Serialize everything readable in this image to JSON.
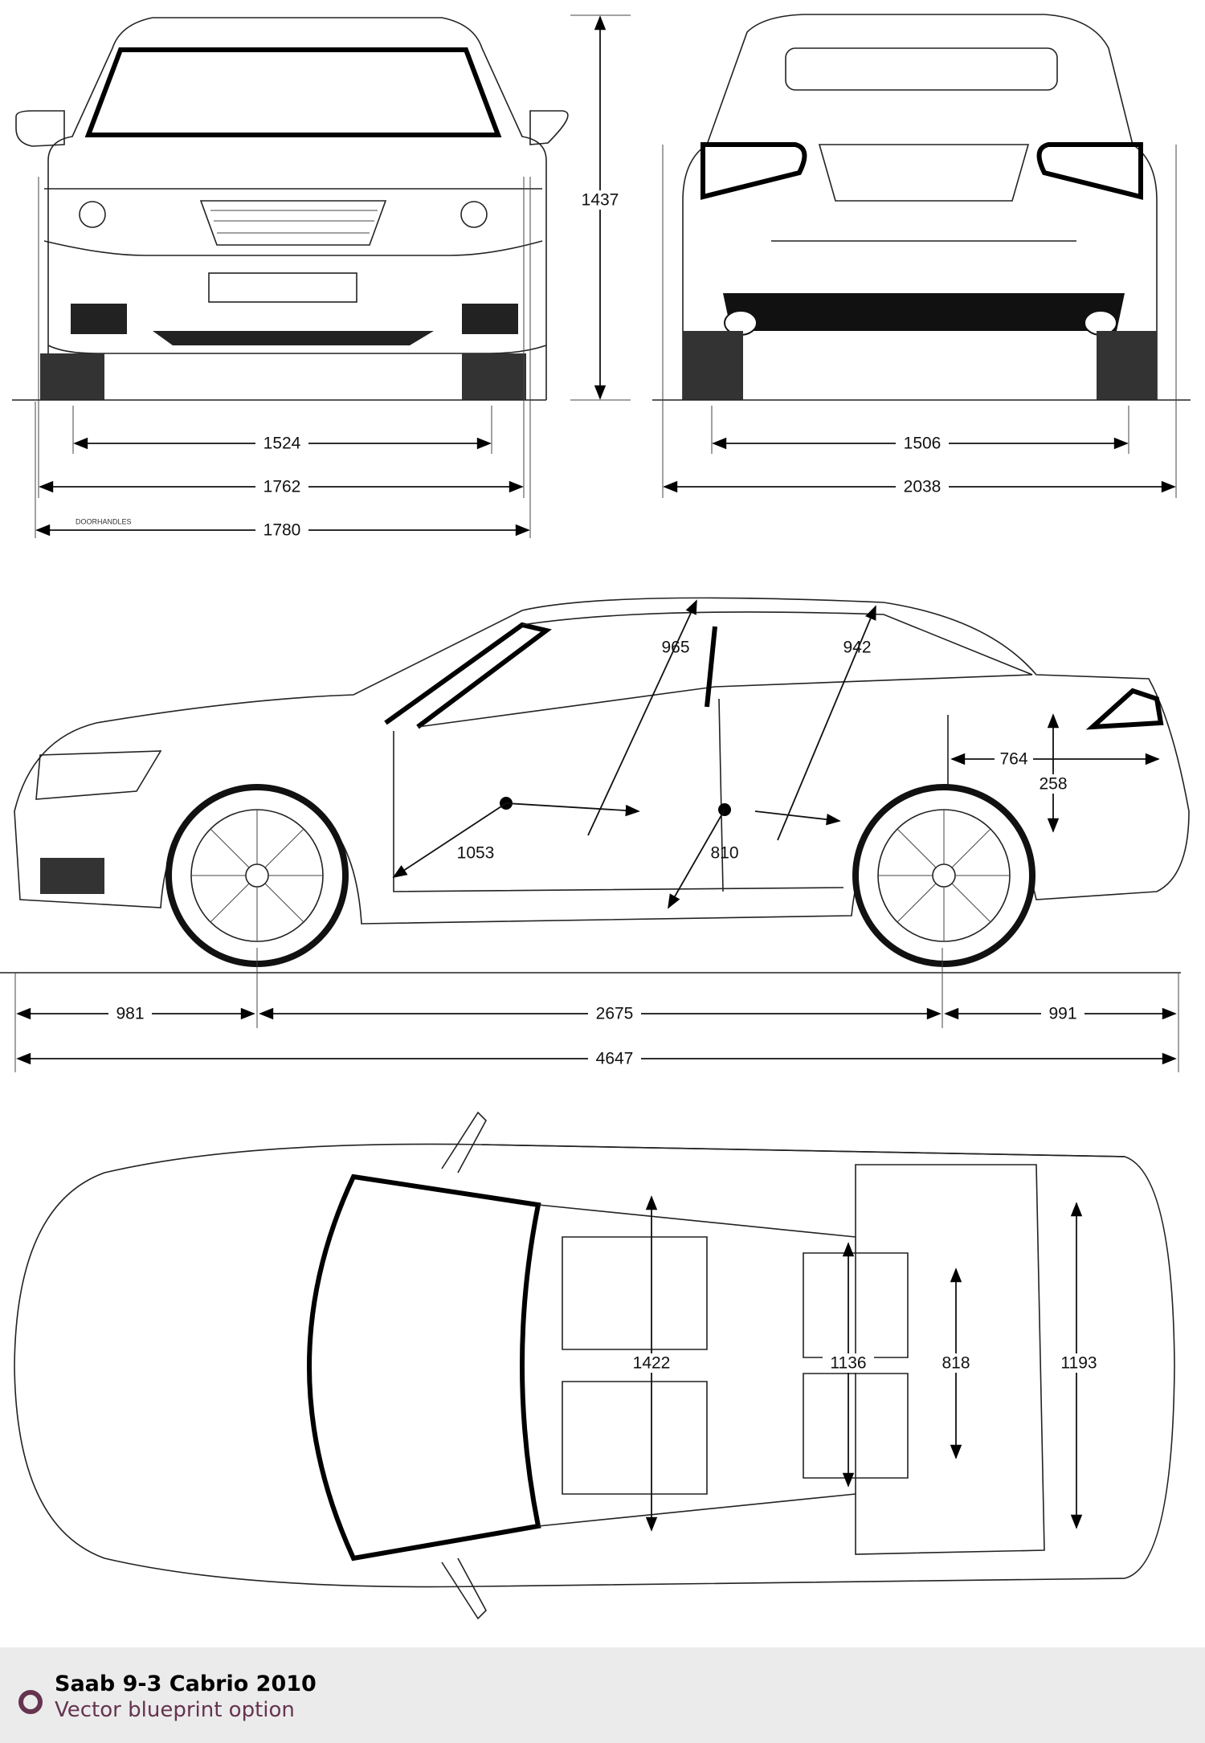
{
  "footer": {
    "title": "Saab 9-3 Cabrio 2010",
    "subtitle": "Vector blueprint option",
    "icon": "circle-icon",
    "accent_color": "#65344f"
  },
  "front_view": {
    "track_front": "1524",
    "width_without_mirrors": "1762",
    "width_doorhandles": "1780",
    "doorhandles_label": "DOORHANDLES",
    "height": "1437"
  },
  "rear_view": {
    "track_rear": "1506",
    "width_with_mirrors": "2038"
  },
  "side_view": {
    "front_overhang": "981",
    "wheelbase": "2675",
    "rear_overhang": "991",
    "length": "4647",
    "front_headroom": "965",
    "rear_headroom": "942",
    "front_legroom": "1053",
    "rear_legroom": "810",
    "trunk_length": "764",
    "trunk_height": "258"
  },
  "top_view": {
    "front_shoulder": "1422",
    "rear_shoulder": "1136",
    "rear_seat_width": "818",
    "trunk_width": "1193"
  }
}
